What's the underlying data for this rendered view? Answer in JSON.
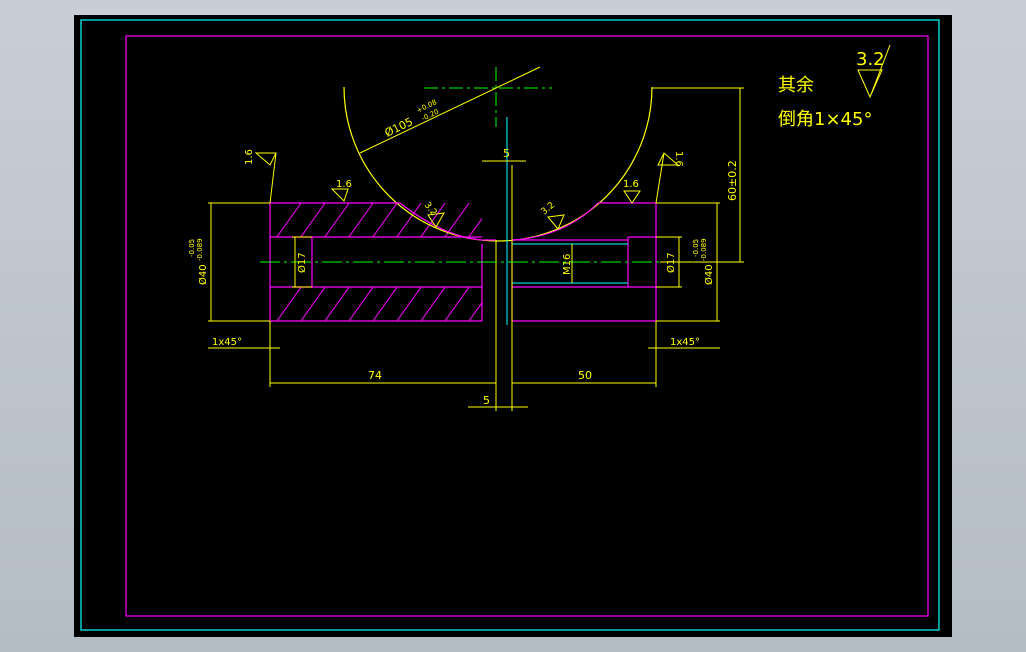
{
  "colors": {
    "background": "#000000",
    "outline": "#ff00ff",
    "frame_outer": "#00ffff",
    "dimension": "#ffff00",
    "centerline": "#00ff00",
    "hatch": "#ff00ff",
    "hidden": "#00ffff"
  },
  "notes": {
    "line1": "其余",
    "line2": "倒角1×45°",
    "roughness": "3.2"
  },
  "dimensions": {
    "sphere_diameter": "Ø105",
    "sphere_tol_upper": "+0.08",
    "sphere_tol_lower": "-0.20",
    "height": "60±0.2",
    "gap_top": "5",
    "gap_bottom": "5",
    "left_length": "74",
    "right_length": "50",
    "left_outer_dia": "Ø40",
    "left_outer_tol_upper": "-0.05",
    "left_outer_tol_lower": "-0.089",
    "right_outer_dia": "Ø40",
    "right_outer_tol_upper": "-0.05",
    "right_outer_tol_lower": "-0.089",
    "left_bore": "Ø17",
    "right_bore": "Ø17",
    "thread": "M16",
    "chamfer_left": "1x45°",
    "chamfer_right": "1x45°"
  },
  "roughness_marks": {
    "r1": "1.6",
    "r2": "1.6",
    "r3": "1.6",
    "r4": "1.6",
    "r5": "3.2",
    "r6": "3.2"
  }
}
